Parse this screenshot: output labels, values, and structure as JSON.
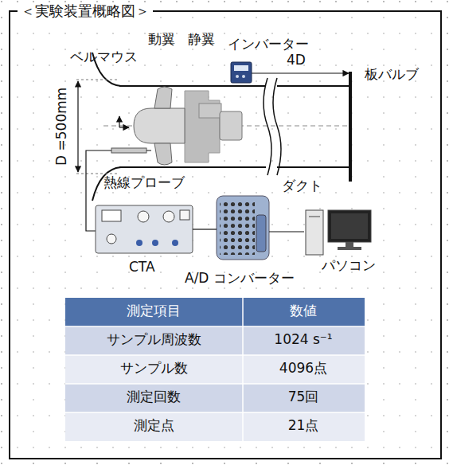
{
  "diagram": {
    "title": "＜実験装置概略図＞",
    "nodes": [
      {
        "text": [
          "CTA"
        ]
      },
      {
        "text": [
          "A/D コンバーター"
        ]
      },
      {
        "text": [
          "パソコン"
        ]
      }
    ],
    "edges": [
      {
        "from": 0,
        "to": 1,
        "arrow": "none"
      },
      {
        "from": 1,
        "to": 2,
        "arrow": "none"
      }
    ],
    "labels": [
      "ベルマウス",
      "動翼",
      "静翼",
      "インバーター",
      "D =500mm",
      "4D",
      "板バルブ",
      "熱線プローブ",
      "ダクト",
      "測定項目",
      "数値",
      "サンプル周波数",
      "1024 s⁻¹",
      "サンプル数",
      "4096点",
      "測定回数",
      "75回",
      "測定点",
      "21点"
    ]
  }
}
